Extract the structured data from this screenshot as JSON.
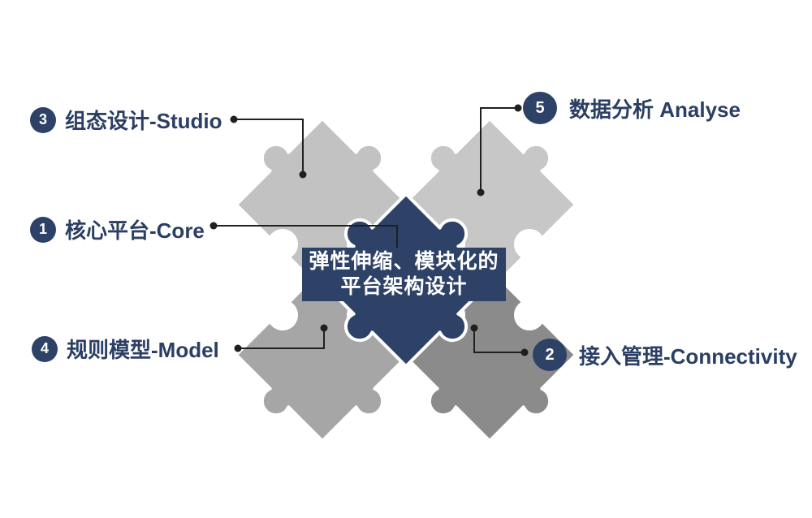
{
  "center_banner": {
    "line1": "弹性伸缩、模块化的",
    "line2": "平台架构设计"
  },
  "items": [
    {
      "number": "1",
      "label": "核心平台-Core"
    },
    {
      "number": "2",
      "label": "接入管理-Connectivity"
    },
    {
      "number": "3",
      "label": "组态设计-Studio"
    },
    {
      "number": "4",
      "label": "规则模型-Model"
    },
    {
      "number": "5",
      "label": "数据分析 Analyse"
    }
  ],
  "colors": {
    "navy": "#2e4267",
    "text_navy": "#2b3e63",
    "piece_top_left": "#c2c2c2",
    "piece_top_right": "#c7c7c7",
    "piece_bottom_left": "#a6a6a6",
    "piece_bottom_right": "#8b8b8b",
    "connector_line": "#1f1f1f",
    "background": "#ffffff"
  }
}
